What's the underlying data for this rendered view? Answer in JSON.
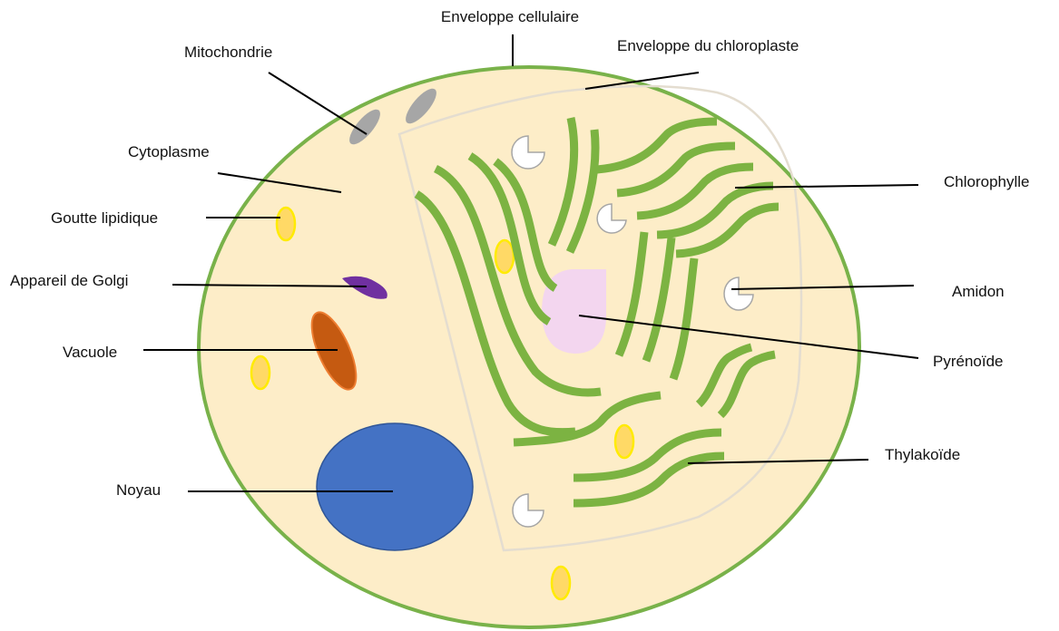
{
  "labels": {
    "enveloppe_cellulaire": "Enveloppe cellulaire",
    "enveloppe_chloroplaste": "Enveloppe du chloroplaste",
    "mitochondrie": "Mitochondrie",
    "cytoplasme": "Cytoplasme",
    "goutte_lipidique": "Goutte lipidique",
    "appareil_golgi": "Appareil de Golgi",
    "vacuole": "Vacuole",
    "noyau": "Noyau",
    "chlorophylle": "Chlorophylle",
    "amidon": "Amidon",
    "pyrenoide": "Pyrénoïde",
    "thylakoide": "Thylakoïde"
  },
  "colors": {
    "cytoplasm": "#fdedc8",
    "cell_membrane": "#79b24a",
    "chloroplast_envelope": "#e4ddd0",
    "thylakoid": "#7cb342",
    "mitochondria": "#a6a6a6",
    "lipid_droplet_fill": "#ffd966",
    "lipid_droplet_stroke": "#ffeb00",
    "golgi": "#7030a0",
    "vacuole": "#c55a11",
    "nucleus": "#4472c4",
    "pyrenoid": "#f3d6ef",
    "starch": "#ffffff"
  }
}
